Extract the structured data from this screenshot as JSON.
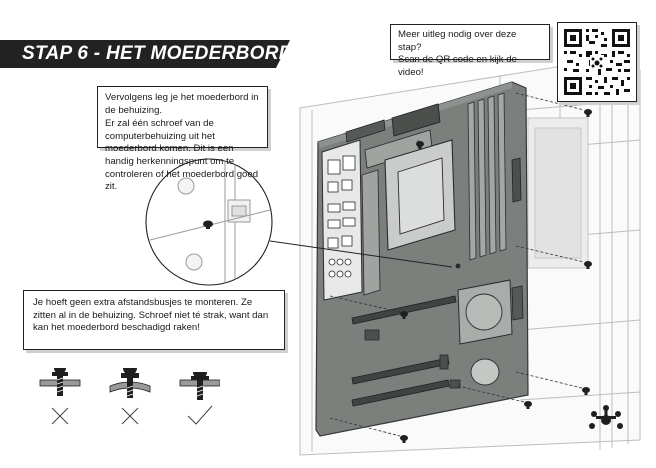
{
  "title": "STAP 6 - HET MOEDERBORD",
  "intro": {
    "line1": "Vervolgens leg je het moederbord in de behuizing.",
    "line2": "Er zal één schroef van de computerbehuizing uit het moederbord komen. Dit is een handig herkenningspunt om te controleren of het moederbord goed zit."
  },
  "tip": {
    "text": "Je hoeft geen extra afstandsbusjes te monteren. Ze zitten al in de behuizing. Schroef niet té strak, want dan kan het moederbord beschadigd raken!"
  },
  "video_prompt": {
    "line1": "Meer uitleg nodig over deze stap?",
    "line2": "Scan de QR code en kijk de video!"
  },
  "icons": {
    "logo": "frog-feet-logo",
    "qr": "qr-code",
    "wrong": "cross-mark-icon",
    "right": "check-mark-icon",
    "screw": "screw-icon"
  },
  "colors": {
    "banner": "#222222",
    "board": "#7a7f7c",
    "board_edge": "#3f4441",
    "case_line": "#b8b8b8",
    "text": "#1a1a1a"
  }
}
